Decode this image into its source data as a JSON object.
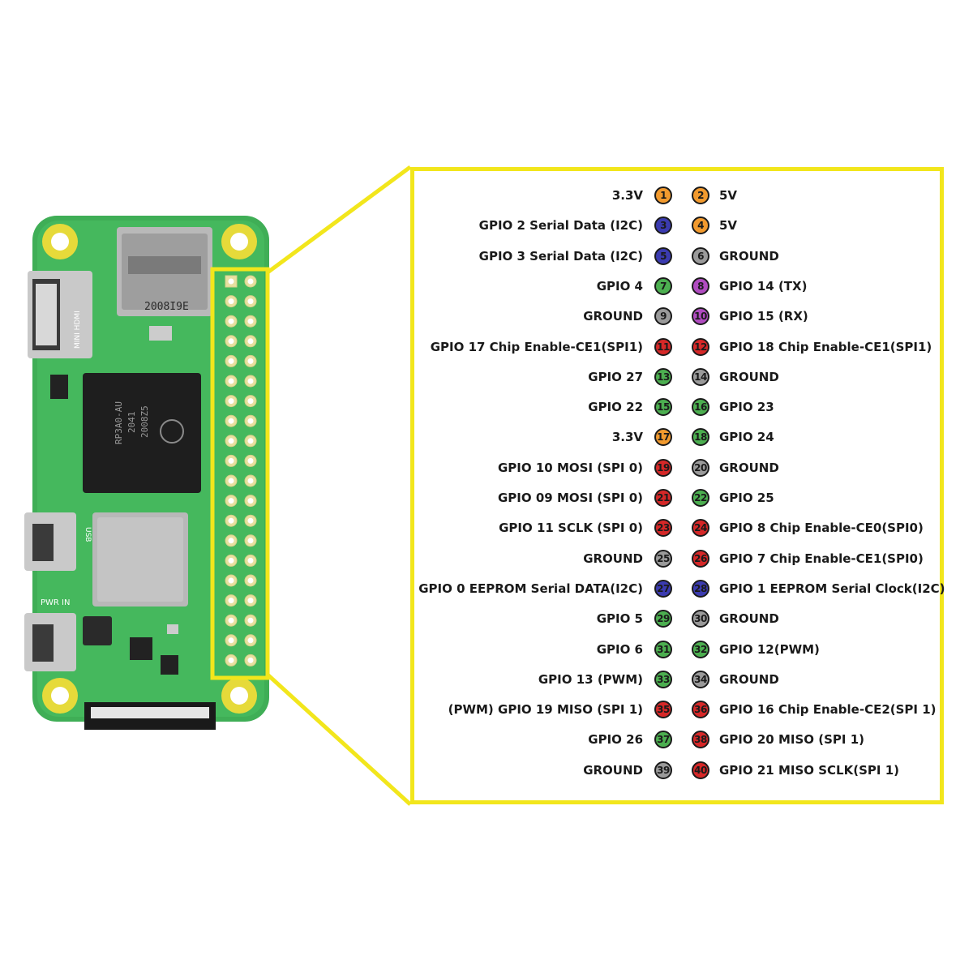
{
  "board": {
    "chip_lines": [
      "RP3A0-AU",
      "2041",
      "2008Z5"
    ],
    "sd_code": "2008I9E",
    "connector_labels": {
      "hdmi": "MINI HDMI",
      "usb": "USB",
      "pwr": "PWR IN"
    }
  },
  "colors": {
    "orange": "#f29a2e",
    "blue": "#3b3bb0",
    "gray": "#9a9a9a",
    "green": "#4caf50",
    "purple": "#b04cc0",
    "red": "#d62828",
    "highlight": "#f2e61c"
  },
  "pins": [
    {
      "left_label": "3.3V",
      "left_num": "1",
      "left_color": "#f29a2e",
      "right_num": "2",
      "right_color": "#f29a2e",
      "right_label": "5V"
    },
    {
      "left_label": "GPIO 2 Serial Data (I2C)",
      "left_num": "3",
      "left_color": "#3b3bb0",
      "right_num": "4",
      "right_color": "#f29a2e",
      "right_label": "5V"
    },
    {
      "left_label": "GPIO 3 Serial Data (I2C)",
      "left_num": "5",
      "left_color": "#3b3bb0",
      "right_num": "6",
      "right_color": "#9a9a9a",
      "right_label": "GROUND"
    },
    {
      "left_label": "GPIO 4",
      "left_num": "7",
      "left_color": "#4caf50",
      "right_num": "8",
      "right_color": "#b04cc0",
      "right_label": "GPIO 14 (TX)"
    },
    {
      "left_label": "GROUND",
      "left_num": "9",
      "left_color": "#9a9a9a",
      "right_num": "10",
      "right_color": "#b04cc0",
      "right_label": "GPIO 15 (RX)"
    },
    {
      "left_label": "GPIO 17 Chip Enable-CE1(SPI1)",
      "left_num": "11",
      "left_color": "#d62828",
      "right_num": "12",
      "right_color": "#d62828",
      "right_label": "GPIO 18 Chip Enable-CE1(SPI1)"
    },
    {
      "left_label": "GPIO 27",
      "left_num": "13",
      "left_color": "#4caf50",
      "right_num": "14",
      "right_color": "#9a9a9a",
      "right_label": "GROUND"
    },
    {
      "left_label": "GPIO 22",
      "left_num": "15",
      "left_color": "#4caf50",
      "right_num": "16",
      "right_color": "#4caf50",
      "right_label": "GPIO 23"
    },
    {
      "left_label": "3.3V",
      "left_num": "17",
      "left_color": "#f29a2e",
      "right_num": "18",
      "right_color": "#4caf50",
      "right_label": "GPIO 24"
    },
    {
      "left_label": "GPIO 10 MOSI (SPI 0)",
      "left_num": "19",
      "left_color": "#d62828",
      "right_num": "20",
      "right_color": "#9a9a9a",
      "right_label": "GROUND"
    },
    {
      "left_label": "GPIO 09 MOSI (SPI 0)",
      "left_num": "21",
      "left_color": "#d62828",
      "right_num": "22",
      "right_color": "#4caf50",
      "right_label": "GPIO 25"
    },
    {
      "left_label": "GPIO 11 SCLK (SPI 0)",
      "left_num": "23",
      "left_color": "#d62828",
      "right_num": "24",
      "right_color": "#d62828",
      "right_label": "GPIO 8 Chip Enable-CE0(SPI0)"
    },
    {
      "left_label": "GROUND",
      "left_num": "25",
      "left_color": "#9a9a9a",
      "right_num": "26",
      "right_color": "#d62828",
      "right_label": "GPIO 7 Chip Enable-CE1(SPI0)"
    },
    {
      "left_label": "GPIO 0 EEPROM Serial DATA(I2C)",
      "left_num": "27",
      "left_color": "#3b3bb0",
      "right_num": "28",
      "right_color": "#3b3bb0",
      "right_label": "GPIO 1 EEPROM Serial Clock(I2C)"
    },
    {
      "left_label": "GPIO 5",
      "left_num": "29",
      "left_color": "#4caf50",
      "right_num": "30",
      "right_color": "#9a9a9a",
      "right_label": "GROUND"
    },
    {
      "left_label": "GPIO 6",
      "left_num": "31",
      "left_color": "#4caf50",
      "right_num": "32",
      "right_color": "#4caf50",
      "right_label": "GPIO 12(PWM)"
    },
    {
      "left_label": "GPIO 13 (PWM)",
      "left_num": "33",
      "left_color": "#4caf50",
      "right_num": "34",
      "right_color": "#9a9a9a",
      "right_label": "GROUND"
    },
    {
      "left_label": "(PWM) GPIO 19 MISO (SPI 1)",
      "left_num": "35",
      "left_color": "#d62828",
      "right_num": "36",
      "right_color": "#d62828",
      "right_label": "GPIO 16 Chip Enable-CE2(SPI 1)"
    },
    {
      "left_label": "GPIO 26",
      "left_num": "37",
      "left_color": "#4caf50",
      "right_num": "38",
      "right_color": "#d62828",
      "right_label": "GPIO 20 MISO (SPI 1)"
    },
    {
      "left_label": "GROUND",
      "left_num": "39",
      "left_color": "#9a9a9a",
      "right_num": "40",
      "right_color": "#d62828",
      "right_label": "GPIO 21 MISO SCLK(SPI 1)"
    }
  ]
}
